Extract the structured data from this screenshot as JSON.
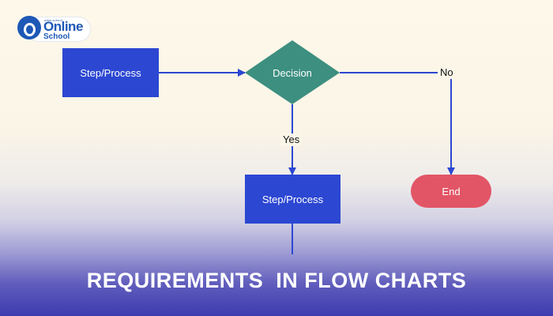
{
  "logo": {
    "brand_top": "Online",
    "brand_bottom": "School",
    "tagline": "www.school"
  },
  "flowchart": {
    "nodes": {
      "step1": "Step/Process",
      "decision": "Decision",
      "step2": "Step/Process",
      "end": "End"
    },
    "edges": {
      "no_label": "No",
      "yes_label": "Yes"
    },
    "colors": {
      "process": "#2c47d2",
      "decision": "#3d8f80",
      "end": "#e25566",
      "connector": "#2c47d2"
    }
  },
  "footer": {
    "title": "REQUIREMENTS  IN FLOW CHARTS"
  }
}
